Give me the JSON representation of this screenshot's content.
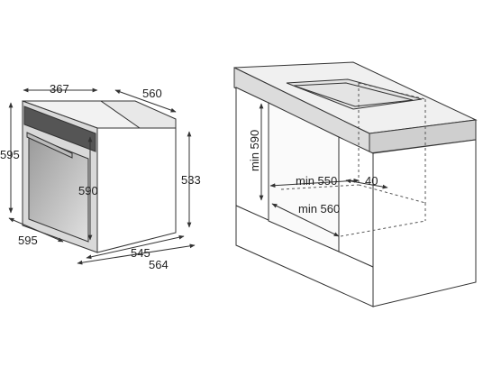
{
  "oven_dimensions": {
    "top_depth_part": "367",
    "top_depth_total": "560",
    "front_height": "595",
    "front_width": "595",
    "cavity_height": "590",
    "side_height": "533",
    "bottom_depth_inner": "545",
    "bottom_depth_total": "564"
  },
  "cabinet_dimensions": {
    "niche_height": "min 590",
    "niche_depth": "min 550",
    "niche_width": "min 560",
    "vent_gap": "40"
  },
  "colors": {
    "line": "#333333",
    "fill_light": "#e6e6e6",
    "fill_mid": "#cfcfcf",
    "fill_dark": "#8a8a8a"
  }
}
